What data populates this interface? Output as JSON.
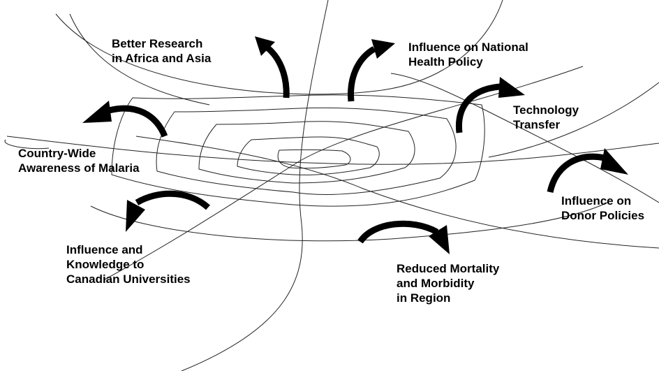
{
  "diagram": {
    "outcomes": {
      "better_research": [
        "Better Research",
        "in Africa and Asia"
      ],
      "national_policy": [
        "Influence on National",
        "Health Policy"
      ],
      "technology_transfer": [
        "Technology",
        "Transfer"
      ],
      "country_awareness": [
        "Country-Wide",
        "Awareness of Malaria"
      ],
      "donor_policies": [
        "Influence on",
        "Donor Policies"
      ],
      "canadian_universities": [
        "Influence and",
        "Knowledge to",
        "Canadian Universities"
      ],
      "reduced_mortality": [
        "Reduced Mortality",
        "and Morbidity",
        "in Region"
      ]
    },
    "colors": {
      "ink": "#000000",
      "background": "#ffffff"
    }
  }
}
